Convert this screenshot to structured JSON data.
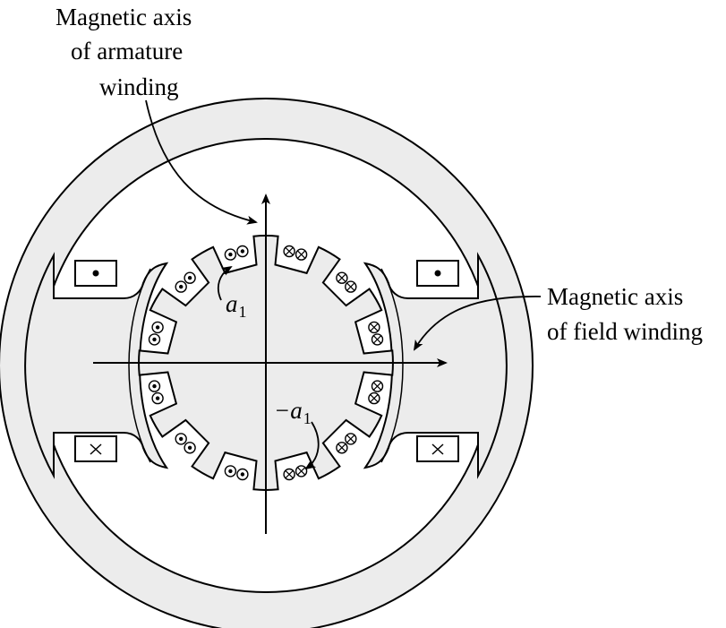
{
  "labels": {
    "armature_axis": {
      "line1": "Magnetic axis",
      "line2": "of armature",
      "line3": "winding"
    },
    "field_axis": {
      "line1": "Magnetic axis",
      "line2": "of field winding"
    },
    "coil_a1": {
      "symbol": "a",
      "subscript": "1"
    },
    "coil_minus_a1": {
      "symbol": "−a",
      "subscript": "1"
    }
  },
  "colors": {
    "stator_fill": "#ececec",
    "line": "#000000",
    "background": "#ffffff"
  },
  "symbols": {
    "current_out": "dot-in-circle",
    "current_in": "cross-in-circle",
    "field_top": "dot",
    "field_bottom": "cross"
  }
}
